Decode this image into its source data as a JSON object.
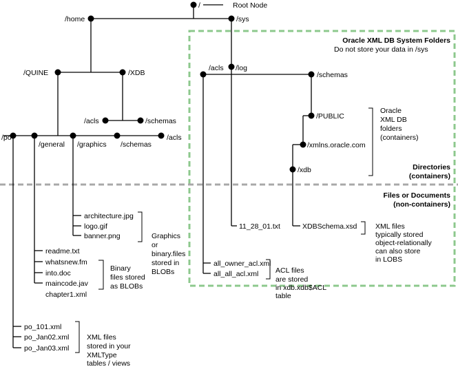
{
  "nodes": {
    "root": "/",
    "root_note": "Root Node",
    "home": "/home",
    "sys": "/sys",
    "quine": "/QUINE",
    "xdb": "/XDB",
    "acls_xdb": "/acls",
    "schemas_xdb": "/schemas",
    "po": "/po",
    "general": "/general",
    "graphics": "/graphics",
    "schemas_quine": "/schemas",
    "acls_quine": "/acls",
    "acls_sys": "/acls",
    "log_sys": "/log",
    "schemas_sys": "/schemas",
    "public": "/PUBLIC",
    "xmlns": "/xmlns.oracle.com",
    "xdb_sys": "/xdb"
  },
  "system_box": {
    "title": "Oracle XML DB System Folders",
    "subtitle": "Do not store your data in /sys"
  },
  "sections": {
    "directories": [
      "Directories",
      "(containers)"
    ],
    "files": [
      "Files or Documents",
      "(non-containers)"
    ]
  },
  "notes": {
    "oracle_folders": [
      "Oracle",
      "XML DB",
      "folders",
      "(containers)"
    ],
    "graphics": [
      "Graphics",
      "or",
      "binary.files",
      "stored in",
      "BLOBs"
    ],
    "binary": [
      "Binary",
      "files stored",
      "as BLOBs"
    ],
    "xml_po": [
      "XML files",
      "stored in your",
      "XMLType",
      "tables / views"
    ],
    "acl": [
      "ACL files",
      "are stored",
      "in xdb.xdb$ACL",
      "table"
    ],
    "xml_schema": [
      "XML files",
      "typically stored",
      "object-relationally",
      "can also store",
      "in LOBS"
    ]
  },
  "files": {
    "graphics": [
      "architecture.jpg",
      "logo.gif",
      "banner.png"
    ],
    "general": [
      "readme.txt",
      "whatsnew.fm",
      "into.doc",
      "maincode.jav",
      "chapter1.xml"
    ],
    "po": [
      "po_101.xml",
      "po_Jan02.xml",
      "po_Jan03.xml"
    ],
    "log": "11_28_01.txt",
    "acls": [
      "all_owner_acl.xml",
      "all_all_acl.xml"
    ],
    "xdb": "XDBSchema.xsd"
  },
  "colors": {
    "system_border": "#8dc88d",
    "divider": "#a8a8a8",
    "line": "#000000"
  }
}
